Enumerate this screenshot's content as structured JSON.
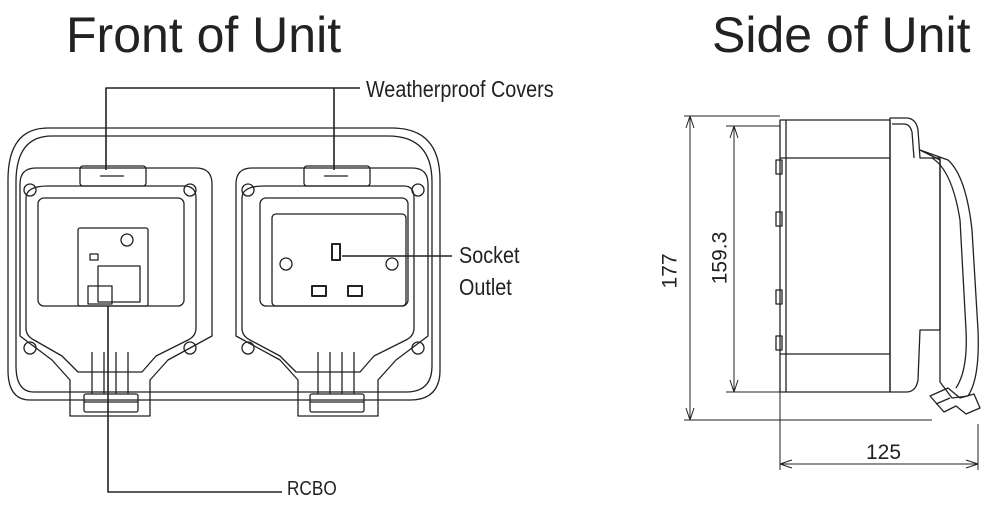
{
  "titles": {
    "front": "Front of Unit",
    "side": "Side of Unit"
  },
  "callouts": {
    "weatherproof_covers": "Weatherproof Covers",
    "socket_outlet_line1": "Socket",
    "socket_outlet_line2": "Outlet",
    "rcbo": "RCBO"
  },
  "dimensions": {
    "overall_height": "177",
    "body_height": "159.3",
    "depth": "125"
  }
}
